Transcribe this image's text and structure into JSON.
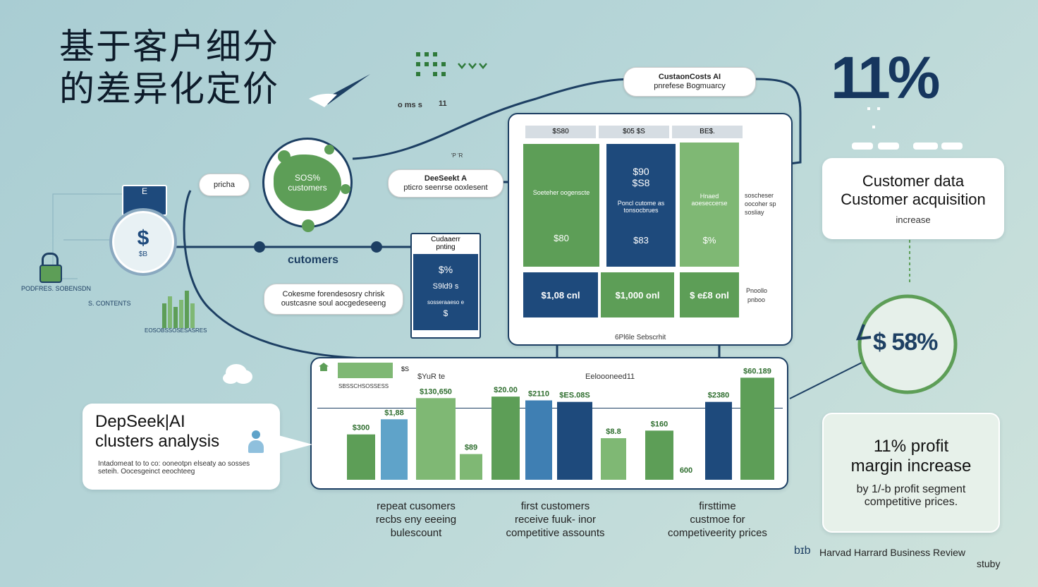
{
  "title": {
    "line1": "基于客户细分",
    "line2": "的差异化定价"
  },
  "top_small": {
    "left": "o ms s",
    "right": "11"
  },
  "headline_pct": "11%",
  "top_pill": {
    "line1": "CustaonCosts AI",
    "line2": "pnrefese Bogmuarcy"
  },
  "customer_data_card": {
    "line1": "Customer data",
    "line2": "Customer acquisition",
    "line3": "increase"
  },
  "circle_pct": "$ 58%",
  "profit_card": {
    "line1": "11% profit",
    "line2": "margin increase",
    "line3": "by 1/-b profit segment",
    "line4": "competitive prices."
  },
  "left_icon_labels": {
    "box": "E",
    "coin": "$",
    "coin_sub": "$B",
    "people": "PODFRES. SOBENSDN",
    "contents": "S. CONTENTS",
    "chart": "EOSOBSSOSESASRES"
  },
  "pills": {
    "pricha": "pricha",
    "customers_blob": "SOS% customers",
    "deepseek": {
      "line1": "DeeSeekt A",
      "line2": "pticro seenrse ooxlesent"
    },
    "cutomers_text": "cutomers",
    "bottom_pill": {
      "line1": "Cokesme forendesosry chrisk",
      "line2": "oustcasne soul aocgedeseeng"
    }
  },
  "pricing_card": {
    "title1": "Cudaaerr",
    "title2": "pnting",
    "val1": "$%",
    "val2": "S9ld9 s",
    "val3": "sosseraaeso e",
    "val4": "$"
  },
  "mid_side_labels": {
    "tiny": "'P 'R",
    "right1": "soscheser",
    "right2": "oocoher sp",
    "right3": "sosliay",
    "right4": "Pnoollo",
    "right5": "pnboo"
  },
  "segment_grid": {
    "headers": [
      "$S80",
      "$05 $S",
      "BE$."
    ],
    "top_tiles": [
      {
        "name": "Soeteher oogenscte",
        "val": "$80",
        "color": "#5d9e57"
      },
      {
        "name": "Poncl cutome as tonsocbrues",
        "val1": "$90",
        "val2": "$S8",
        "val": "$83",
        "color": "#1e4a7c"
      },
      {
        "name": "Hnaed aoeseccerse",
        "val": "$%",
        "color": "#7fb874"
      }
    ],
    "bottom_tiles": [
      {
        "val": "$1,08 cnl",
        "color": "#1e4a7c"
      },
      {
        "val": "$1,000 onl",
        "color": "#5d9e57"
      },
      {
        "val": "$ e£8 onl",
        "color": "#5d9e57"
      }
    ],
    "footer": "6Pl6le Sebscrhit"
  },
  "bar_panel": {
    "legend": {
      "pct": "$S",
      "left": "$YuR te",
      "center": "Eeloooneed11",
      "sub": "SBSSCHSOSSESS"
    },
    "ylabel_tick": "600"
  },
  "chart_data": {
    "type": "bar",
    "categories": [
      "$300",
      "$1,88",
      "$130,650",
      "$89",
      "$20.00",
      "$2110",
      "$ES.08S",
      "$8.8",
      "$160",
      "600",
      "$2380",
      "$60.189"
    ],
    "values": [
      60,
      80,
      108,
      34,
      110,
      105,
      103,
      55,
      65,
      0,
      103,
      135
    ],
    "colors": [
      "#5d9e57",
      "#5fa3c9",
      "#7fb874",
      "#7fb874",
      "#5d9e57",
      "#3f7fb3",
      "#1e4a7c",
      "#7fb874",
      "#5d9e57",
      "#5d9e57",
      "#1e4a7c",
      "#5d9e57"
    ],
    "title": "",
    "xlabel": "",
    "ylabel": ""
  },
  "captions": [
    {
      "line1": "repeat cusomers",
      "line2": "recbs eny eeeing",
      "line3": "bulescount"
    },
    {
      "line1": "first customers",
      "line2": "receive fuuk- inor",
      "line3": "competitive assounts"
    },
    {
      "line1": "firsttime",
      "line2": "custmoe for",
      "line3": "competiveerity prices"
    }
  ],
  "deepseek_card": {
    "title1": "DepSeek|AI",
    "title2": "clusters analysis",
    "sub1": "Intadomeat to to co: ooneotpn elseaty ao sosses",
    "sub2": "seteih. Oocesgeinct eeochteeg"
  },
  "source": {
    "logo": "bɪb",
    "text": "Harvad Harrard Business Review",
    "sub": "stuby"
  }
}
